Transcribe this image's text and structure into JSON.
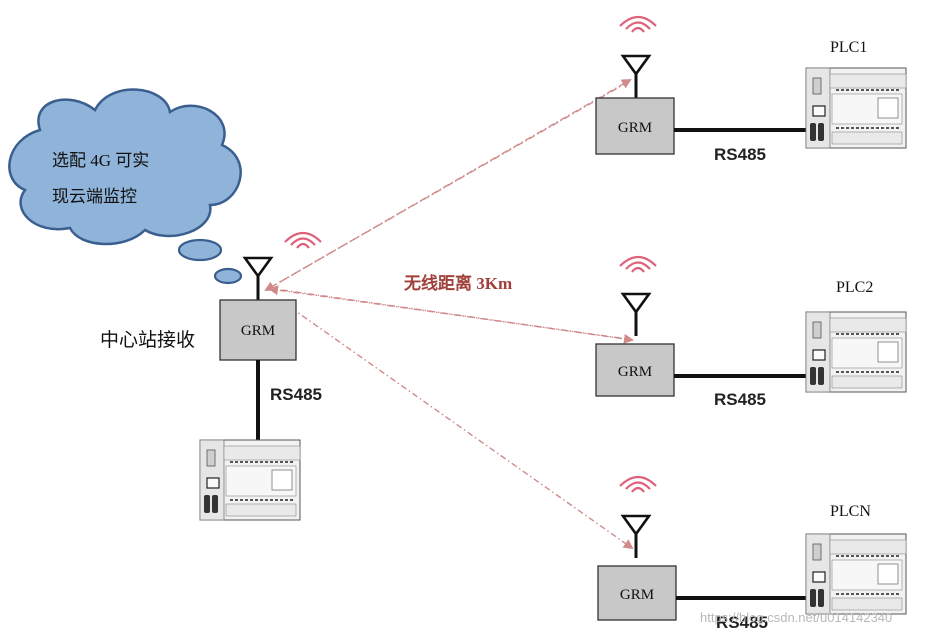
{
  "cloud": {
    "line1": "选配 4G 可实",
    "line2": "现云端监控"
  },
  "center": {
    "label": "中心站接收",
    "grm": "GRM",
    "rs485": "RS485"
  },
  "distance_label": "无线距离 3Km",
  "stations": [
    {
      "plc": "PLC1",
      "grm": "GRM",
      "rs485": "RS485"
    },
    {
      "plc": "PLC2",
      "grm": "GRM",
      "rs485": "RS485"
    },
    {
      "plc": "PLCN",
      "grm": "GRM",
      "rs485": "RS485"
    }
  ],
  "watermark": "https://blog.csdn.net/u014142340",
  "colors": {
    "cloud_fill": "#8fb3d9",
    "cloud_stroke": "#3a5f8f",
    "grm_fill": "#c8c8c8",
    "signal": "#e0607a",
    "link": "#d08a8a",
    "distance_text": "#a0403a"
  }
}
